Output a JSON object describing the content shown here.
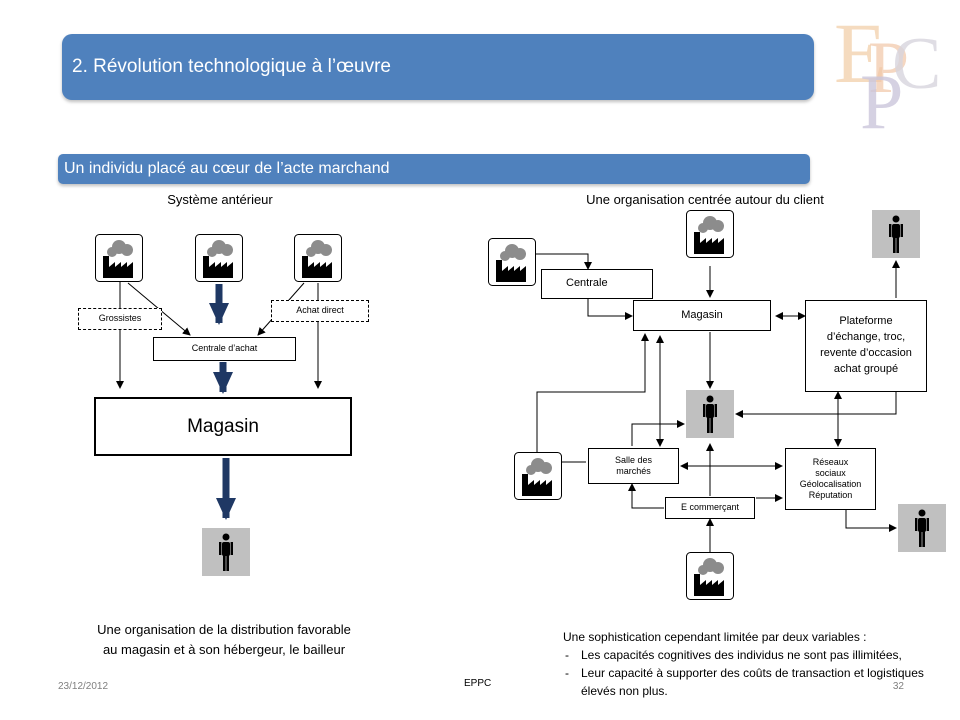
{
  "slide": {
    "title": "2. Révolution technologique à l’œuvre",
    "subtitle": "Un individu placé au cœur de l’acte marchand"
  },
  "logo": {
    "text": "EPPC"
  },
  "left_diagram": {
    "heading": "Système antérieur",
    "grossistes": "Grossistes",
    "achat_direct": "Achat direct",
    "centrale_achat": "Centrale d’achat",
    "magasin": "Magasin",
    "caption_line1": "Une organisation de la distribution favorable",
    "caption_line2": "au magasin et à son hébergeur, le bailleur"
  },
  "right_diagram": {
    "heading": "Une organisation centrée autour du client",
    "centrale": "Centrale",
    "magasin": "Magasin",
    "plateforme": "Plateforme d’échange, troc, revente d’occasion achat groupé",
    "salle_line1": "Salle des",
    "salle_line2": "marchés",
    "reseaux_line1": "Réseaux",
    "reseaux_line2": "sociaux",
    "reseaux_line3": "Géolocalisation",
    "reseaux_line4": "Réputation",
    "ecommercant": "E commerçant"
  },
  "note": {
    "intro": "Une sophistication cependant limitée par deux variables :",
    "items": [
      "Les capacités cognitives des individus ne sont pas illimitées,",
      "Leur capacité à supporter des coûts de transaction et logistiques élevés non plus."
    ]
  },
  "footer": {
    "date": "23/12/2012",
    "center": "EPPC",
    "page": "32"
  },
  "colors": {
    "accent": "#4f81bd",
    "arrow_heavy": "#1f3864",
    "person_bg": "#c0c0c0"
  }
}
